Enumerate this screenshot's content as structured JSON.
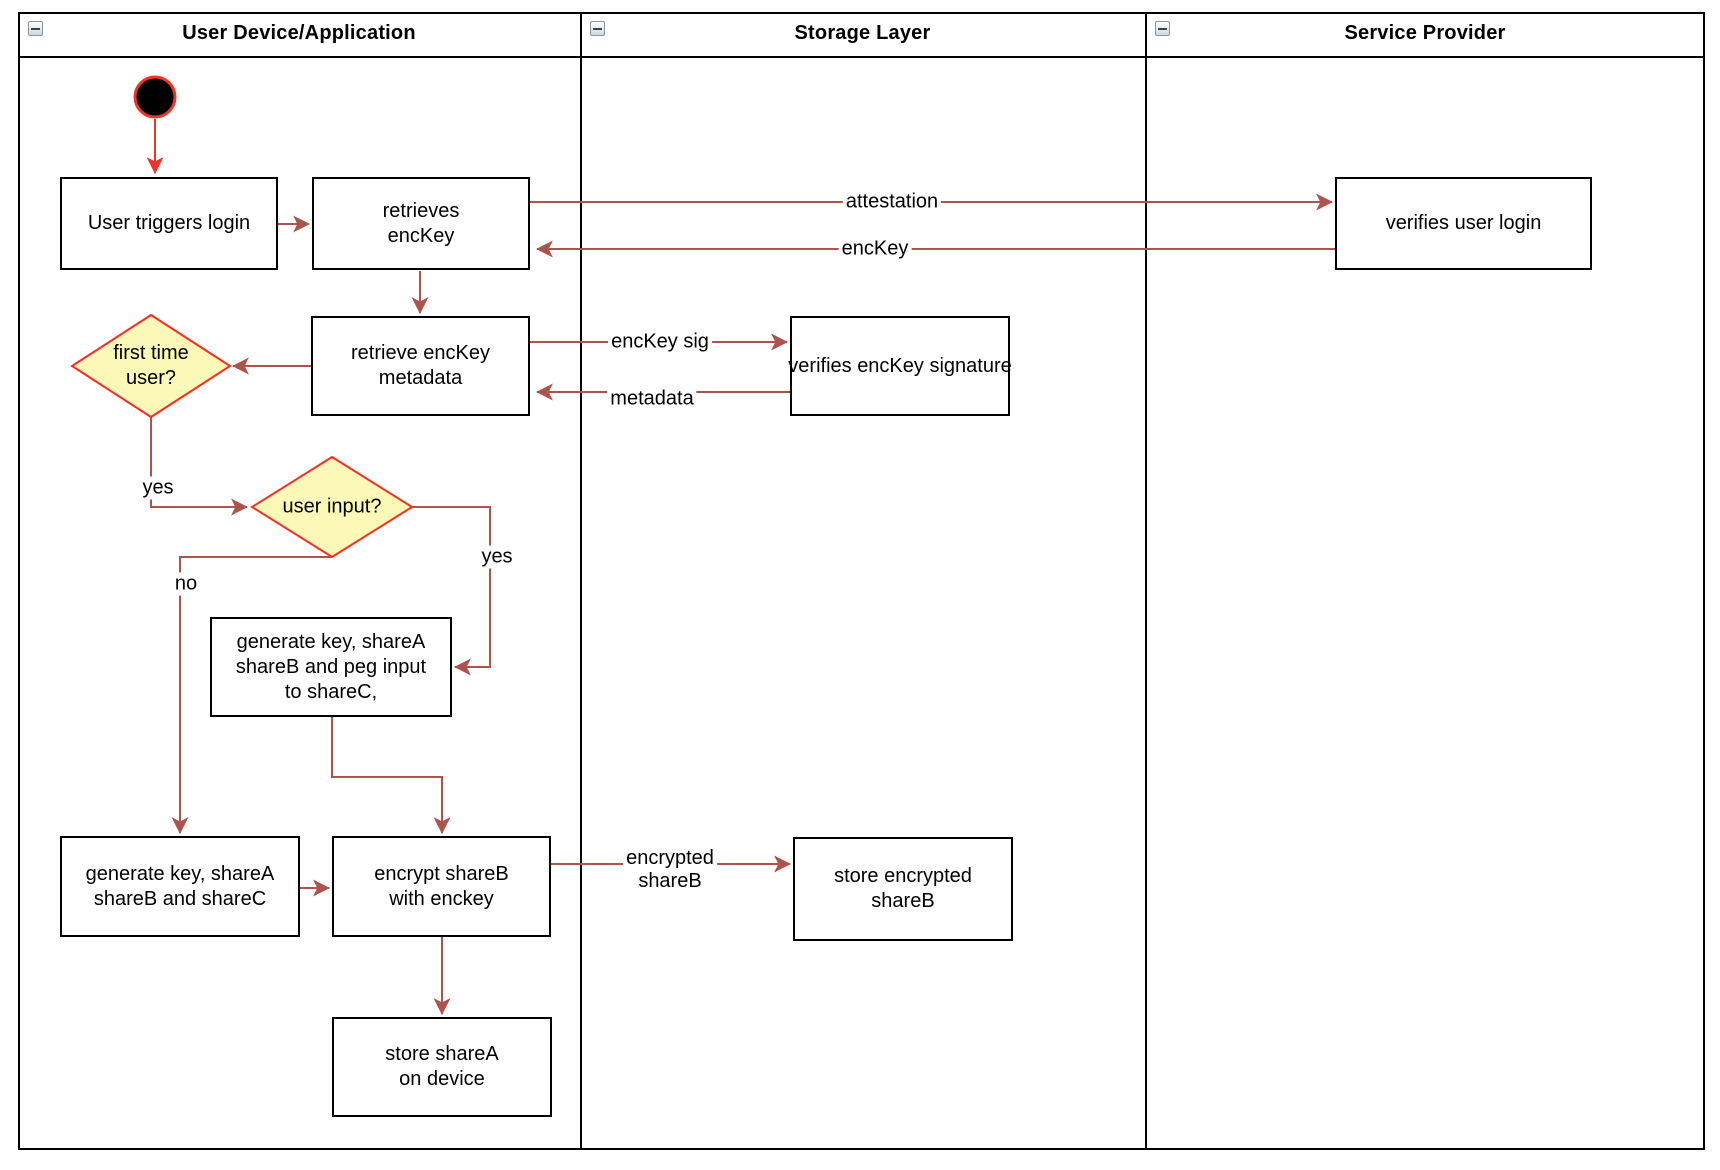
{
  "lanes": [
    {
      "title": "User Device/Application"
    },
    {
      "title": "Storage Layer"
    },
    {
      "title": "Service Provider"
    }
  ],
  "nodes": {
    "user_triggers_login": "User triggers login",
    "retrieves_enckey": "retrieves\nencKey",
    "retrieve_enckey_metadata": "retrieve encKey\nmetadata",
    "first_time_user": "first time\nuser?",
    "user_input": "user input?",
    "generate_key_peg": "generate key, shareA\nshareB and peg input\nto shareC,",
    "generate_key_abc": "generate key, shareA\nshareB and shareC",
    "encrypt_shareb": "encrypt shareB\nwith enckey",
    "store_sharea": "store shareA\non device",
    "verifies_enckey_signature": "verifies encKey signature",
    "store_encrypted_shareb": "store encrypted\nshareB",
    "verifies_user_login": "verifies user login"
  },
  "edge_labels": {
    "attestation": "attestation",
    "enckey": "encKey",
    "enckey_sig": "encKey sig",
    "metadata": "metadata",
    "encrypted_shareb": "encrypted\nshareB",
    "yes_first_time": "yes",
    "yes_user_input": "yes",
    "no_user_input": "no"
  },
  "colors": {
    "connector_red": "#AD534E",
    "accent_red": "#F13428",
    "diamond_stroke": "#FF2A21",
    "diamond_fill": "#FCF8B7",
    "shape_stroke": "#000000",
    "shape_fill": "#FFFFFF"
  }
}
